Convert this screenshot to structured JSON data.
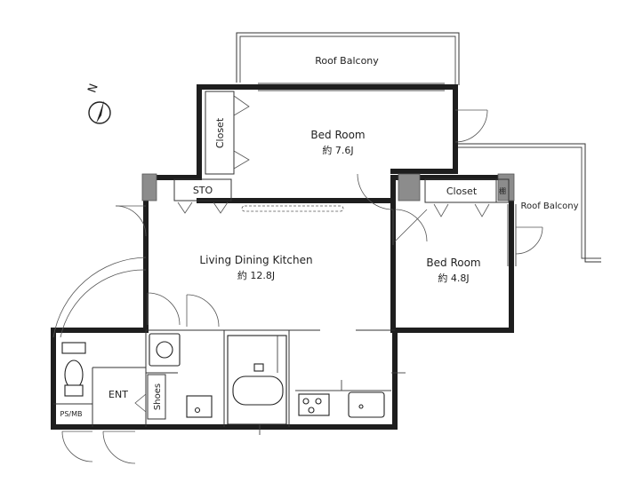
{
  "compass": {
    "label": "N"
  },
  "rooms": {
    "roof_balcony_top": "Roof Balcony",
    "roof_balcony_right": "Roof Balcony",
    "bed_room_1": {
      "name": "Bed Room",
      "area": "約 7.6J"
    },
    "bed_room_2": {
      "name": "Bed Room",
      "area": "約 4.8J"
    },
    "ldk": {
      "name": "Living Dining Kitchen",
      "area": "約 12.8J"
    },
    "closet_1": "Closet",
    "closet_2": "Closet",
    "sto": "STO",
    "shelf": "棚",
    "ent": "ENT",
    "shoes": "Shoes",
    "ps_mb": "PS/MB"
  },
  "colors": {
    "wall": "#1e1e1e",
    "column": "#8c8c8c",
    "line": "#333333"
  }
}
